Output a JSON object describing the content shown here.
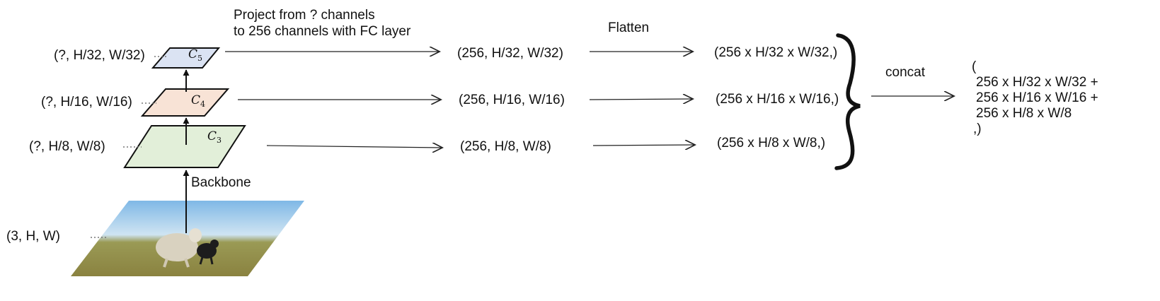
{
  "input": {
    "shape": "(3, H, W)"
  },
  "backbone": {
    "label": "Backbone"
  },
  "features": [
    {
      "name": "C",
      "subscript": "5",
      "shape": "(?, H/32, W/32)",
      "fill": "#dbe3f3",
      "projected": "(256, H/32, W/32)",
      "flattened": "(256 x H/32 x W/32,)"
    },
    {
      "name": "C",
      "subscript": "4",
      "shape": "(?, H/16, W/16)",
      "fill": "#f8e3d6",
      "projected": "(256, H/16, W/16)",
      "flattened": "(256 x H/16 x W/16,)"
    },
    {
      "name": "C",
      "subscript": "3",
      "shape": "(?, H/8, W/8)",
      "fill": "#e2efd9",
      "projected": "(256, H/8, W/8)",
      "flattened": "(256 x H/8 x W/8,)"
    }
  ],
  "project": {
    "line1": "Project from ? channels",
    "line2": "to 256 channels with FC layer"
  },
  "flatten": {
    "label": "Flatten"
  },
  "concat": {
    "label": "concat"
  },
  "output": {
    "open": "(",
    "lines": [
      "256 x H/32 x W/32 +",
      "256 x H/16 x W/16 +",
      "256 x H/8 x W/8"
    ],
    "close": ",)"
  }
}
